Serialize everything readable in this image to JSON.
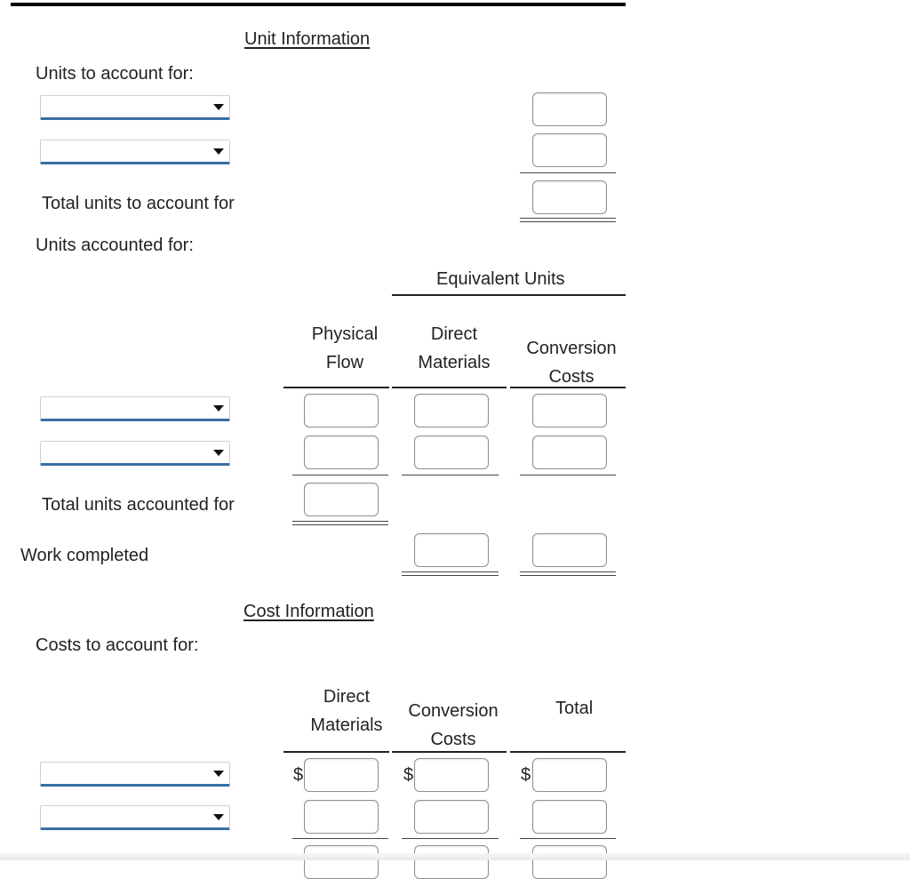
{
  "unit_info": {
    "heading": "Unit Information",
    "units_to_account_for_label": "Units to account for:",
    "total_units_to_account_for_label": "Total units to account for",
    "units_accounted_for_label": "Units accounted for:"
  },
  "equivalent_units": {
    "heading": "Equivalent Units",
    "col_physical_flow": [
      "Physical",
      "Flow"
    ],
    "col_direct_materials": [
      "Direct",
      "Materials"
    ],
    "col_conversion_costs": [
      "Conversion",
      "Costs"
    ],
    "total_units_accounted_for_label": "Total units accounted for",
    "work_completed_label": "Work completed"
  },
  "cost_info": {
    "heading": "Cost Information",
    "costs_to_account_for_label": "Costs to account for:",
    "col_direct_materials": [
      "Direct",
      "Materials"
    ],
    "col_conversion_costs": [
      "Conversion",
      "Costs"
    ],
    "col_total": "Total",
    "currency_symbol": "$"
  },
  "colors": {
    "select_underline": "#3b6ea5",
    "input_border": "#8f8f8f"
  }
}
